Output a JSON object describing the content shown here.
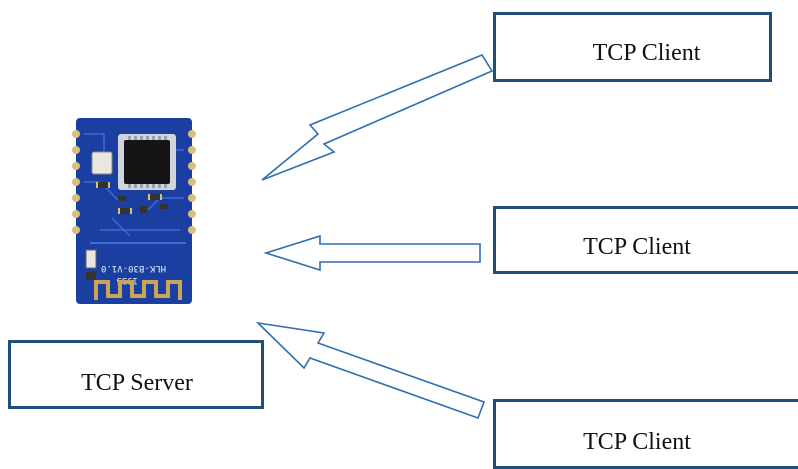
{
  "diagram": {
    "clients": [
      {
        "label": "TCP Client"
      },
      {
        "label": "TCP Client"
      },
      {
        "label": "TCP Client"
      }
    ],
    "server": {
      "label": "TCP Server"
    },
    "module": {
      "silkscreen": "HLK-B30-V1.0",
      "code": "1935"
    },
    "colors": {
      "box_border": "#1f4e79",
      "arrow_outline": "#2e6fb0",
      "pcb_blue": "#1a3fa0",
      "chip": "#151515",
      "gold": "#c9a55a"
    }
  }
}
